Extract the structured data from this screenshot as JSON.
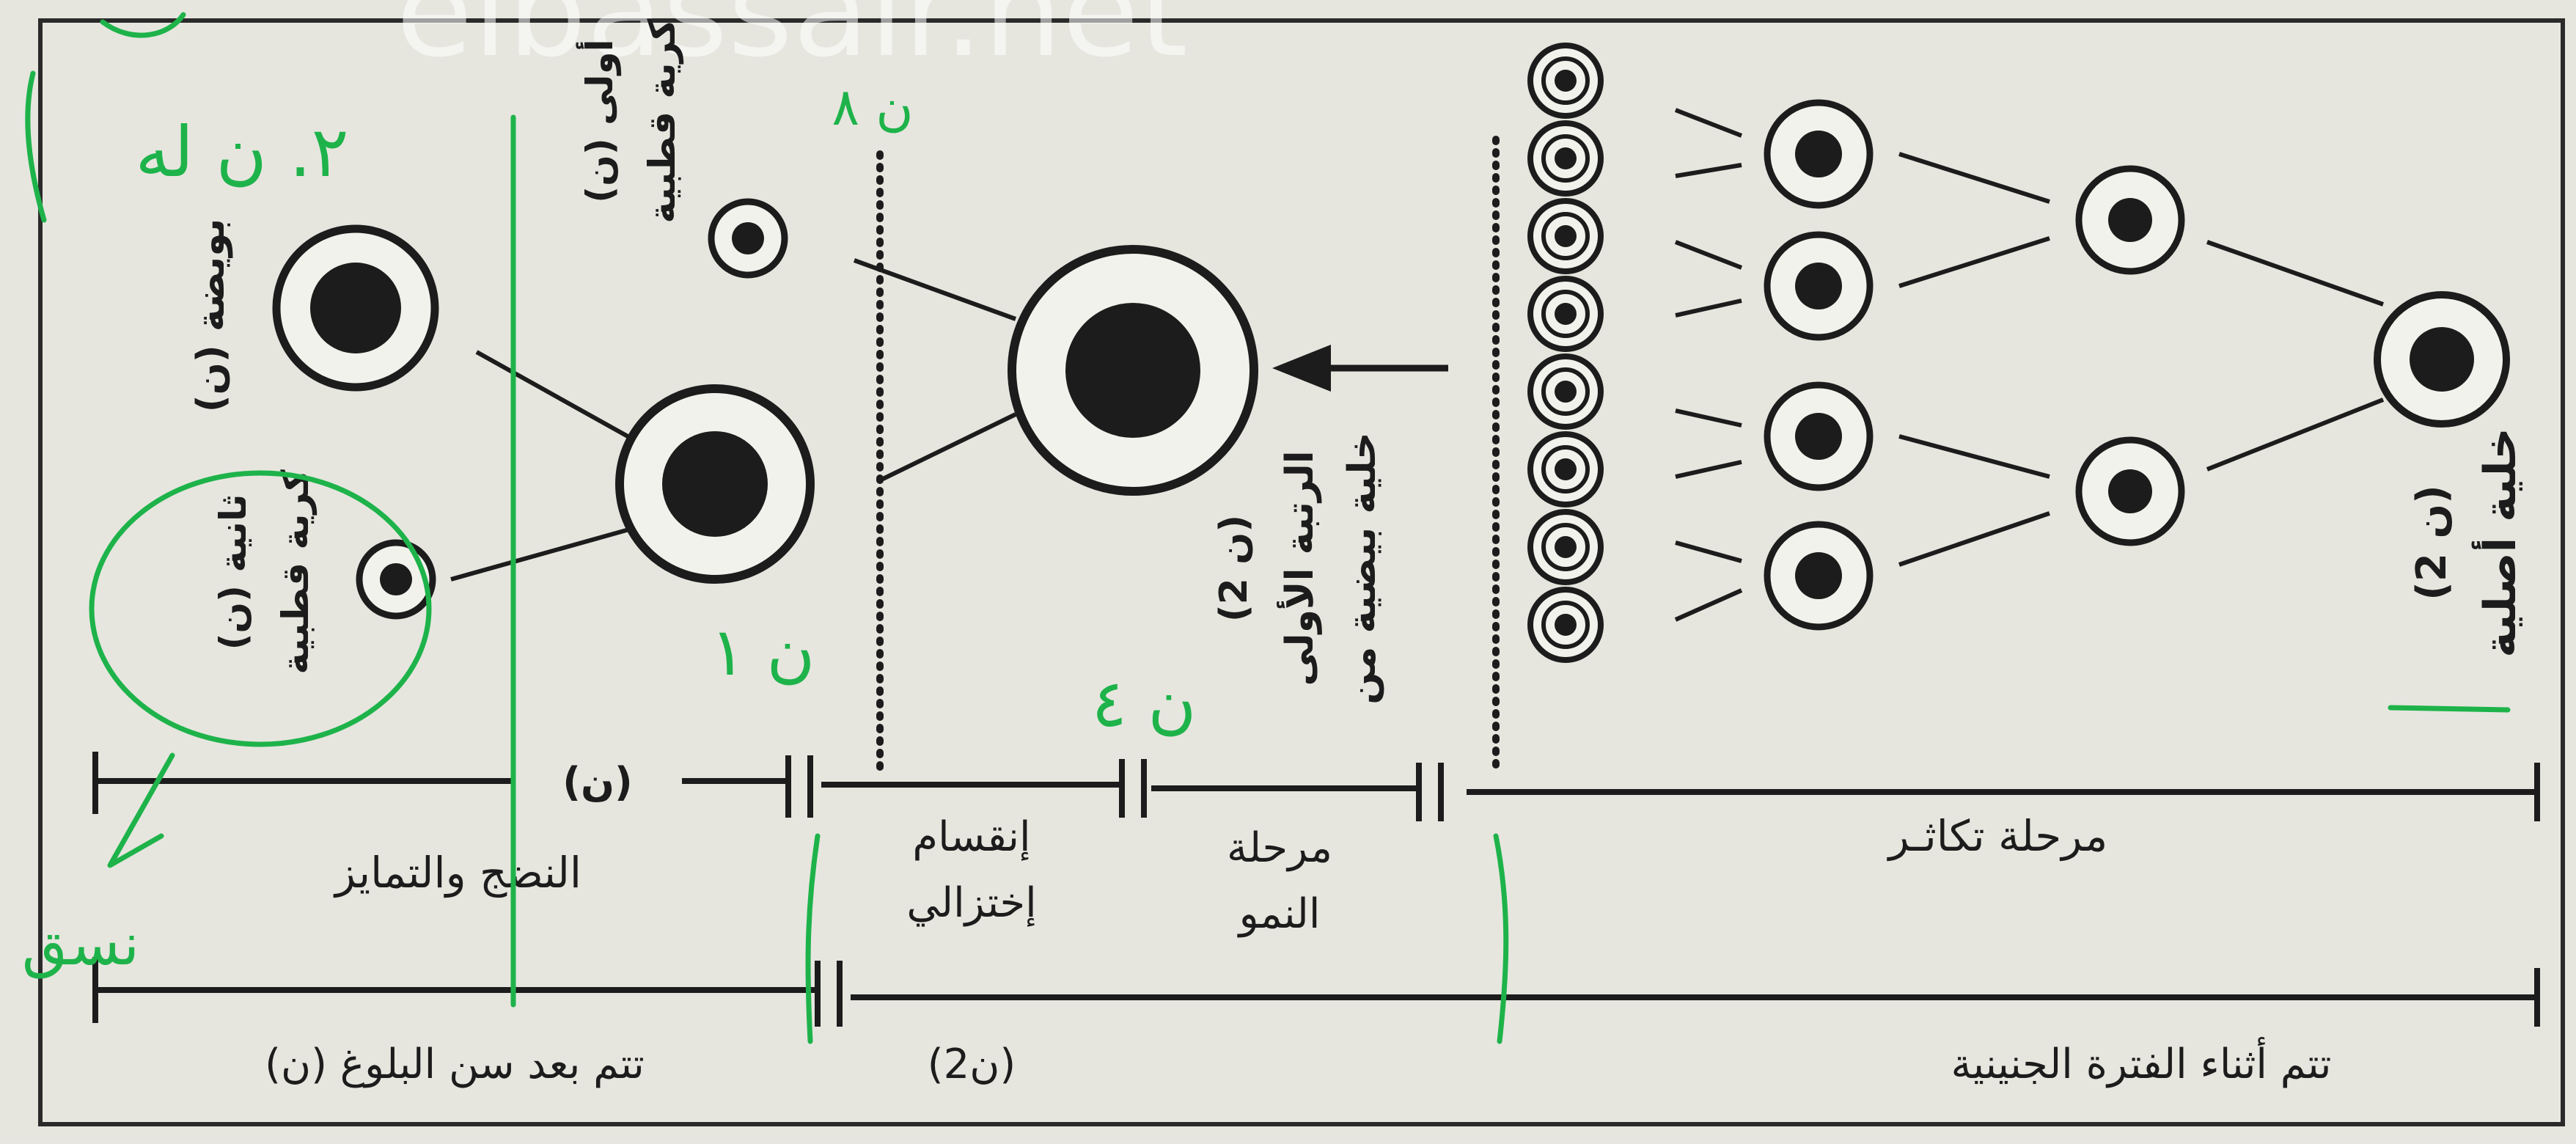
{
  "watermark": "elbassair.net",
  "colors": {
    "paper": "#e6e6df",
    "ink": "#1c1c1c",
    "annotation": "#1eb34a"
  },
  "labels": {
    "stem_cell": [
      "خلية أصلية",
      "(2 ن)"
    ],
    "primary_oocyte": [
      "خلية بيضية من",
      "الرتبة الأولى",
      "(2 ن)"
    ],
    "first_polar_body": [
      "كرية قطبية",
      "أولى (ن)"
    ],
    "second_polar_body": [
      "كرية قطبية",
      "ثانية (ن)"
    ],
    "ovum": "بويضة (ن)",
    "phase_multiplication": "مرحلة تكاثـر",
    "phase_growth": [
      "مرحلة",
      "النمو"
    ],
    "phase_meiosis": [
      "إنقسام",
      "إختزالي"
    ],
    "phase_maturation": "النضج والتمايز",
    "haploid_mark": "(ن)",
    "period_fetal": "تتم أثناء الفترة الجنينية",
    "period_mid": "(2ن)",
    "period_puberty": "تتم بعد سن البلوغ (ن)"
  },
  "handwriting": {
    "n_top": "ن ٨",
    "n_meiosis": "ن ١",
    "n_growth": "ن ٤",
    "left_top": "٢. ن له",
    "left_bottom": "نسق"
  }
}
